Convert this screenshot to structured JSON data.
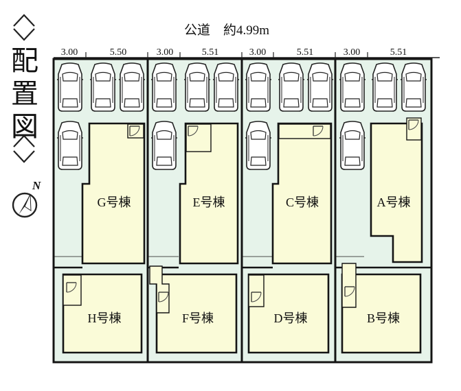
{
  "header": {
    "road_label": "公道　約4.99m",
    "title_chars": [
      "配",
      "置",
      "図"
    ],
    "north_letter": "N"
  },
  "dimensions": [
    "3.00",
    "5.50",
    "3.00",
    "5.51",
    "3.00",
    "5.51",
    "3.00",
    "5.51"
  ],
  "buildings": {
    "G": "G号棟",
    "E": "E号棟",
    "C": "C号棟",
    "A": "A号棟",
    "H": "H号棟",
    "F": "F号棟",
    "D": "D号棟",
    "B": "B号棟"
  },
  "colors": {
    "lot": "#e6f3ea",
    "house": "#fafbd8",
    "wall": "#141414"
  },
  "icons": [
    "car-icon",
    "compass-icon",
    "chevron-icon",
    "door-swing-icon"
  ]
}
